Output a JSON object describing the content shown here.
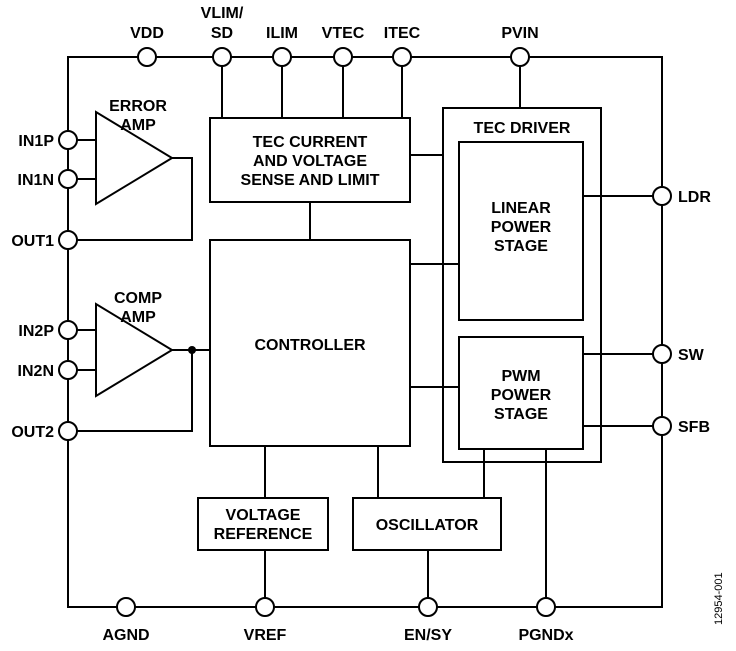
{
  "pins": {
    "top": {
      "vdd": "VDD",
      "vlim_1": "VLIM/",
      "vlim_2": "SD",
      "ilim": "ILIM",
      "vtec": "VTEC",
      "itec": "ITEC",
      "pvin": "PVIN"
    },
    "left": {
      "in1p": "IN1P",
      "in1n": "IN1N",
      "out1": "OUT1",
      "in2p": "IN2P",
      "in2n": "IN2N",
      "out2": "OUT2"
    },
    "right": {
      "ldr": "LDR",
      "sw": "SW",
      "sfb": "SFB"
    },
    "bottom": {
      "agnd": "AGND",
      "vref": "VREF",
      "ensy": "EN/SY",
      "pgndx": "PGNDx"
    }
  },
  "blocks": {
    "error_amp": [
      "ERROR",
      "AMP"
    ],
    "comp_amp": [
      "COMP",
      "AMP"
    ],
    "tec_sense": [
      "TEC CURRENT",
      "AND VOLTAGE",
      "SENSE AND LIMIT"
    ],
    "controller": "CONTROLLER",
    "tec_driver": "TEC DRIVER",
    "linear_stage": [
      "LINEAR",
      "POWER",
      "STAGE"
    ],
    "pwm_stage": [
      "PWM",
      "POWER",
      "STAGE"
    ],
    "voltage_reference": [
      "VOLTAGE",
      "REFERENCE"
    ],
    "oscillator": "OSCILLATOR"
  },
  "figure_id": "12954-001"
}
